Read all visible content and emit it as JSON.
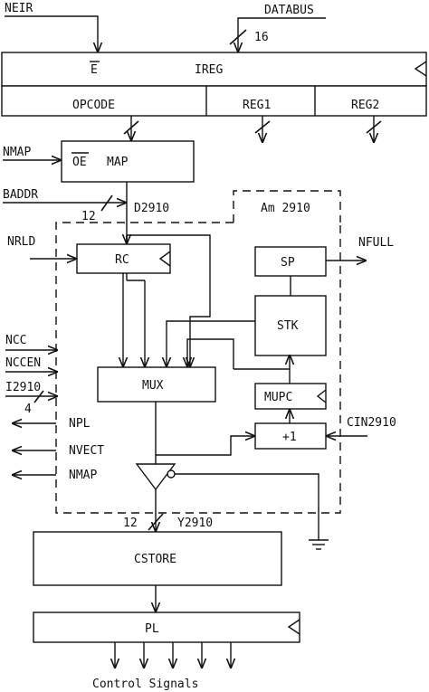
{
  "signals": {
    "neir": "NEIR",
    "databus": "DATABUS",
    "bus_width_16": "16",
    "nmap_in": "NMAP",
    "baddr": "BADDR",
    "width_12_d": "12",
    "d2910": "D2910",
    "nrld": "NRLD",
    "nfull": "NFULL",
    "ncc": "NCC",
    "nccen": "NCCEN",
    "i2910": "I2910",
    "width_4": "4",
    "npl": "NPL",
    "nvect": "NVECT",
    "nmap_out": "NMAP",
    "cin2910": "CIN2910",
    "width_12_y": "12",
    "y2910": "Y2910",
    "control_signals": "Control Signals"
  },
  "blocks": {
    "ireg": "IREG",
    "ireg_enable": "E",
    "opcode": "OPCODE",
    "reg1": "REG1",
    "reg2": "REG2",
    "map_oe": "OE",
    "map": "MAP",
    "am2910": "Am 2910",
    "rc": "RC",
    "sp": "SP",
    "stk": "STK",
    "mux": "MUX",
    "mupc": "MUPC",
    "plus_one": "+1",
    "cstore": "CSTORE",
    "pl": "PL"
  }
}
